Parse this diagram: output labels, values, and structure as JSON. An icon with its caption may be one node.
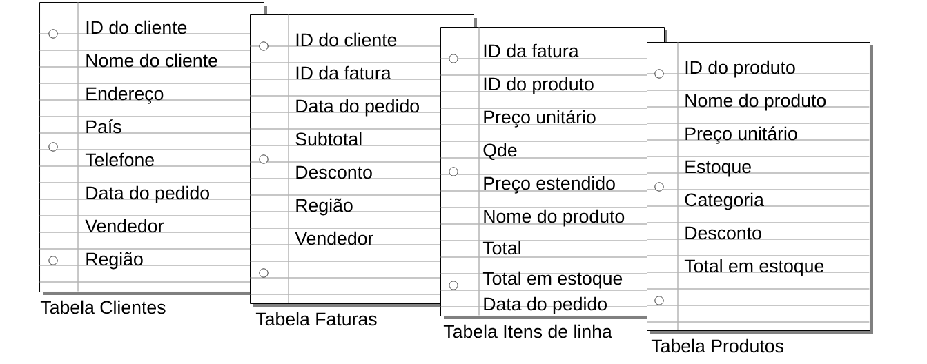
{
  "diagram": {
    "nodes": [
      {
        "text": [
          "ID do cliente",
          "Nome do cliente",
          "Endereço",
          "País",
          "Telefone",
          "Data do pedido",
          "Vendedor",
          "Região"
        ],
        "beside": [
          "Tabela Clientes"
        ]
      },
      {
        "text": [
          "ID do cliente",
          "ID da fatura",
          "Data do pedido",
          "Subtotal",
          "Desconto",
          "Região",
          "Vendedor"
        ],
        "beside": [
          "Tabela Faturas"
        ]
      },
      {
        "text": [
          "ID da fatura",
          "ID do produto",
          "Preço unitário",
          "Qde",
          "Preço estendido",
          "Nome do produto",
          "Total",
          "Total em estoque",
          "Data do pedido"
        ],
        "beside": [
          "Tabela Itens de linha"
        ]
      },
      {
        "text": [
          "ID do produto",
          "Nome do produto",
          "Preço unitário",
          "Estoque",
          "Categoria",
          "Desconto",
          "Total em estoque"
        ],
        "beside": [
          "Tabela Produtos"
        ]
      }
    ]
  }
}
